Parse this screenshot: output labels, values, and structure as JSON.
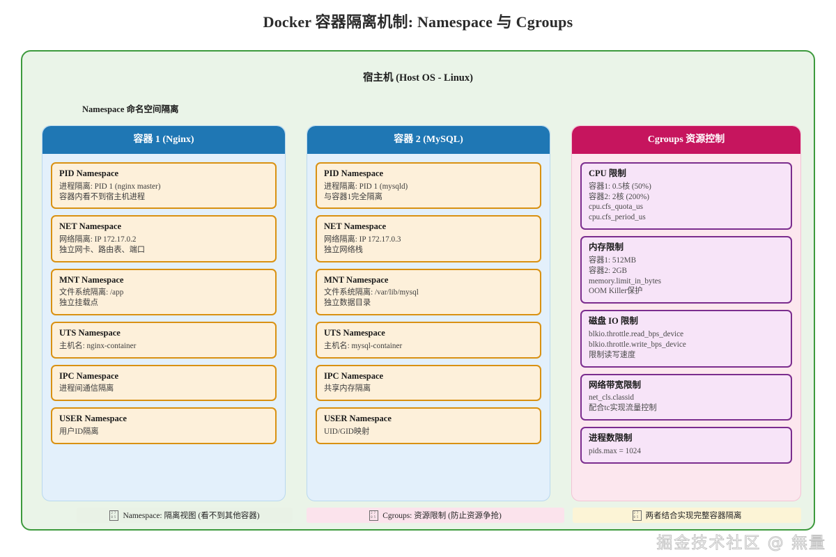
{
  "title": "Docker 容器隔离机制: Namespace 与 Cgroups",
  "host": {
    "label": "宿主机 (Host OS - Linux)",
    "group_label": "Namespace 命名空间隔离",
    "border_color": "#3d9a3d",
    "fill_color": "#eaf4e8"
  },
  "panels": [
    {
      "id": "container-1",
      "header": "容器 1 (Nginx)",
      "header_color": "#1f77b4",
      "body_color": "#e3f0fb",
      "cards": [
        {
          "title": "PID Namespace",
          "lines": [
            "进程隔离: PID 1 (nginx master)",
            "容器内看不到宿主机进程"
          ]
        },
        {
          "title": "NET Namespace",
          "lines": [
            "网络隔离: IP 172.17.0.2",
            "独立网卡、路由表、端口"
          ]
        },
        {
          "title": "MNT Namespace",
          "lines": [
            "文件系统隔离: /app",
            "独立挂载点"
          ]
        },
        {
          "title": "UTS Namespace",
          "lines": [
            "主机名: nginx-container"
          ]
        },
        {
          "title": "IPC Namespace",
          "lines": [
            "进程间通信隔离"
          ]
        },
        {
          "title": "USER Namespace",
          "lines": [
            "用户ID隔离"
          ]
        }
      ]
    },
    {
      "id": "container-2",
      "header": "容器 2 (MySQL)",
      "header_color": "#1f77b4",
      "body_color": "#e3f0fb",
      "cards": [
        {
          "title": "PID Namespace",
          "lines": [
            "进程隔离: PID 1 (mysqld)",
            "与容器1完全隔离"
          ]
        },
        {
          "title": "NET Namespace",
          "lines": [
            "网络隔离: IP 172.17.0.3",
            "独立网络栈"
          ]
        },
        {
          "title": "MNT Namespace",
          "lines": [
            "文件系统隔离: /var/lib/mysql",
            "独立数据目录"
          ]
        },
        {
          "title": "UTS Namespace",
          "lines": [
            "主机名: mysql-container"
          ]
        },
        {
          "title": "IPC Namespace",
          "lines": [
            "共享内存隔离"
          ]
        },
        {
          "title": "USER Namespace",
          "lines": [
            "UID/GID映射"
          ]
        }
      ]
    },
    {
      "id": "cgroups",
      "header": "Cgroups 资源控制",
      "header_color": "#c6155e",
      "body_color": "#fce7ee",
      "cards": [
        {
          "title": "CPU 限制",
          "lines": [
            "容器1: 0.5核 (50%)",
            "容器2: 2核 (200%)",
            "cpu.cfs_quota_us",
            "cpu.cfs_period_us"
          ]
        },
        {
          "title": "内存限制",
          "lines": [
            "容器1: 512MB",
            "容器2: 2GB",
            "memory.limit_in_bytes",
            "OOM Killer保护"
          ]
        },
        {
          "title": "磁盘 IO 限制",
          "lines": [
            "blkio.throttle.read_bps_device",
            "blkio.throttle.write_bps_device",
            "限制读写速度"
          ]
        },
        {
          "title": "网络带宽限制",
          "lines": [
            "net_cls.classid",
            "配合tc实现流量控制"
          ]
        },
        {
          "title": "进程数限制",
          "lines": [
            "pids.max = 1024"
          ]
        }
      ]
    }
  ],
  "legend": [
    {
      "id": "namespace",
      "icon": "missing-glyph-box-icon",
      "text": "Namespace: 隔离视图 (看不到其他容器)",
      "bg": "#e9f2e6"
    },
    {
      "id": "cgroups",
      "icon": "missing-glyph-box-icon",
      "text": "Cgroups: 资源限制 (防止资源争抢)",
      "bg": "#fbe3ec"
    },
    {
      "id": "both",
      "icon": "missing-glyph-box-icon",
      "text": "两者结合实现完整容器隔离",
      "bg": "#fcf4d6"
    }
  ],
  "watermark": "掘金技术社区 @ 無量"
}
